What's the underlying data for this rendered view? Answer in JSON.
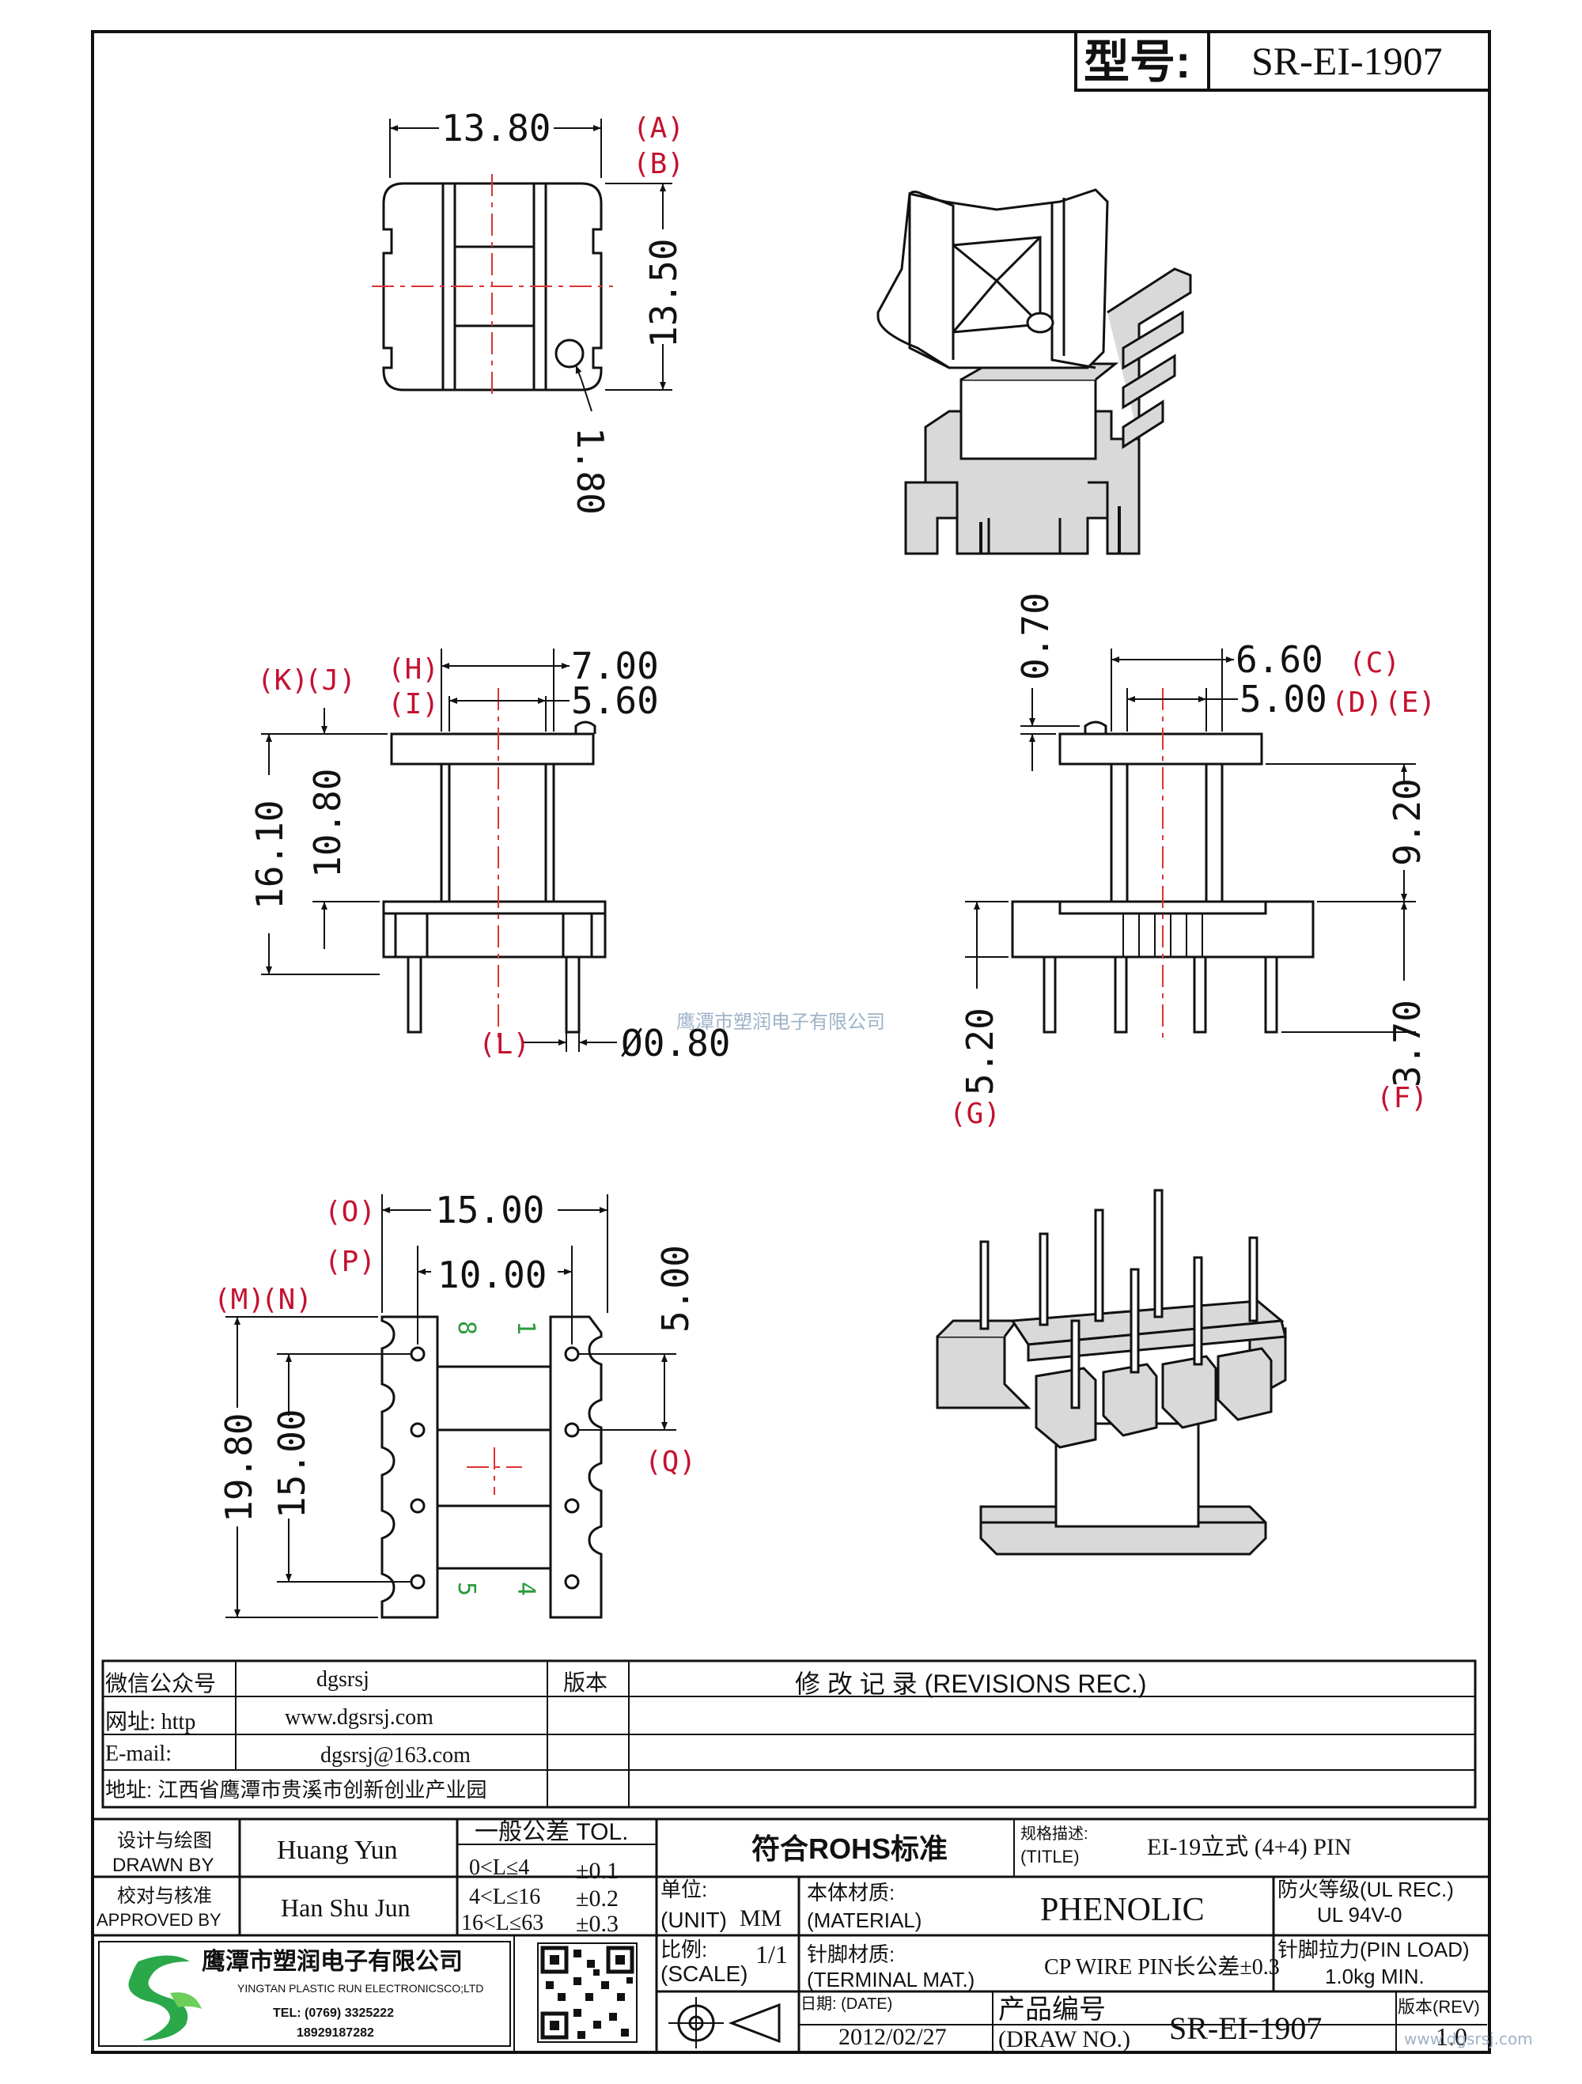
{
  "header": {
    "model_label": "型号:",
    "model_value": "SR-EI-1907"
  },
  "dimensions": {
    "top_width": "13.80",
    "top_height": "13.50",
    "top_hole": "1.80",
    "front_w1": "7.00",
    "front_w2": "5.60",
    "front_h_total": "16.10",
    "front_h_body": "10.80",
    "front_pin_dia": "Ø0.80",
    "side_w1": "6.60",
    "side_w2": "5.00",
    "side_h_top": "0.70",
    "side_h_body": "9.20",
    "side_h_base": "5.20",
    "side_h_pin": "3.70",
    "bottom_w1": "15.00",
    "bottom_w2": "10.00",
    "bottom_h1": "19.80",
    "bottom_h2": "15.00",
    "bottom_pitch": "5.00"
  },
  "callouts": {
    "A": "(A)",
    "B": "(B)",
    "C": "(C)",
    "D": "(D)",
    "E": "(E)",
    "F": "(F)",
    "G": "(G)",
    "H": "(H)",
    "I": "(I)",
    "J": "(J)",
    "K": "(K)",
    "L": "(L)",
    "M": "(M)",
    "N": "(N)",
    "O": "(O)",
    "P": "(P)",
    "Q": "(Q)"
  },
  "pin_numbers": {
    "p8": "8",
    "p1": "1",
    "p5": "5",
    "p4": "4"
  },
  "watermark": "鹰潭市塑润电子有限公司",
  "revision_table": {
    "wechat_label": "微信公众号",
    "wechat_value": "dgsrsj",
    "web_label": "网址: http",
    "web_value": "www.dgsrsj.com",
    "email_label": "E-mail:",
    "email_value": "dgsrsj@163.com",
    "address": "地址: 江西省鹰潭市贵溪市创新创业产业园",
    "version_header": "版本",
    "revisions_header": "修 改 记 录  (REVISIONS REC.)"
  },
  "title_block": {
    "designer_label_cn": "设计与绘图",
    "designer_label_en": "DRAWN  BY",
    "designer": "Huang  Yun",
    "approver_label_cn": "校对与核准",
    "approver_label_en": "APPROVED  BY",
    "approver": "Han Shu Jun",
    "tol_header": "一般公差  TOL.",
    "tol_rows": [
      {
        "range": "0<L≤4",
        "tol": "±0.1"
      },
      {
        "range": "4<L≤16",
        "tol": "±0.2"
      },
      {
        "range": "16<L≤63",
        "tol": "±0.3"
      }
    ],
    "rohs": "符合ROHS标准",
    "title_label_cn": "规格描述:",
    "title_label_en": "(TITLE)",
    "title_value": "EI-19立式 (4+4) PIN",
    "unit_label_cn": "单位:",
    "unit_label_en": "(UNIT)",
    "unit_value": "MM",
    "material_label_cn": "本体材质:",
    "material_label_en": "(MATERIAL)",
    "material_value": "PHENOLIC",
    "flame_label": "防火等级(UL  REC.)",
    "flame_value": "UL  94V-0",
    "scale_label_cn": "比例:",
    "scale_label_en": "(SCALE)",
    "scale_value": "1/1",
    "terminal_label_cn": "针脚材质:",
    "terminal_label_en": "(TERMINAL  MAT.)",
    "terminal_value": "CP WIRE  PIN长公差±0.3",
    "pin_load_label": "针脚拉力(PIN  LOAD)",
    "pin_load_value": "1.0kg MIN.",
    "date_label": "日期: (DATE)",
    "date_value": "2012/02/27",
    "drawno_label_cn": "产品编号",
    "drawno_label_en": "(DRAW  NO.)",
    "drawno_value": "SR-EI-1907",
    "rev_label": "版本(REV)",
    "rev_value": "1.0",
    "company_name": "鹰潭市塑润电子有限公司",
    "company_en": "YINGTAN PLASTIC RUN ELECTRONICSCO;LTD",
    "company_tel": "TEL: (0769) 3325222",
    "company_mobile": "18929187282",
    "site_watermark": "www.dgsrsj.com"
  }
}
